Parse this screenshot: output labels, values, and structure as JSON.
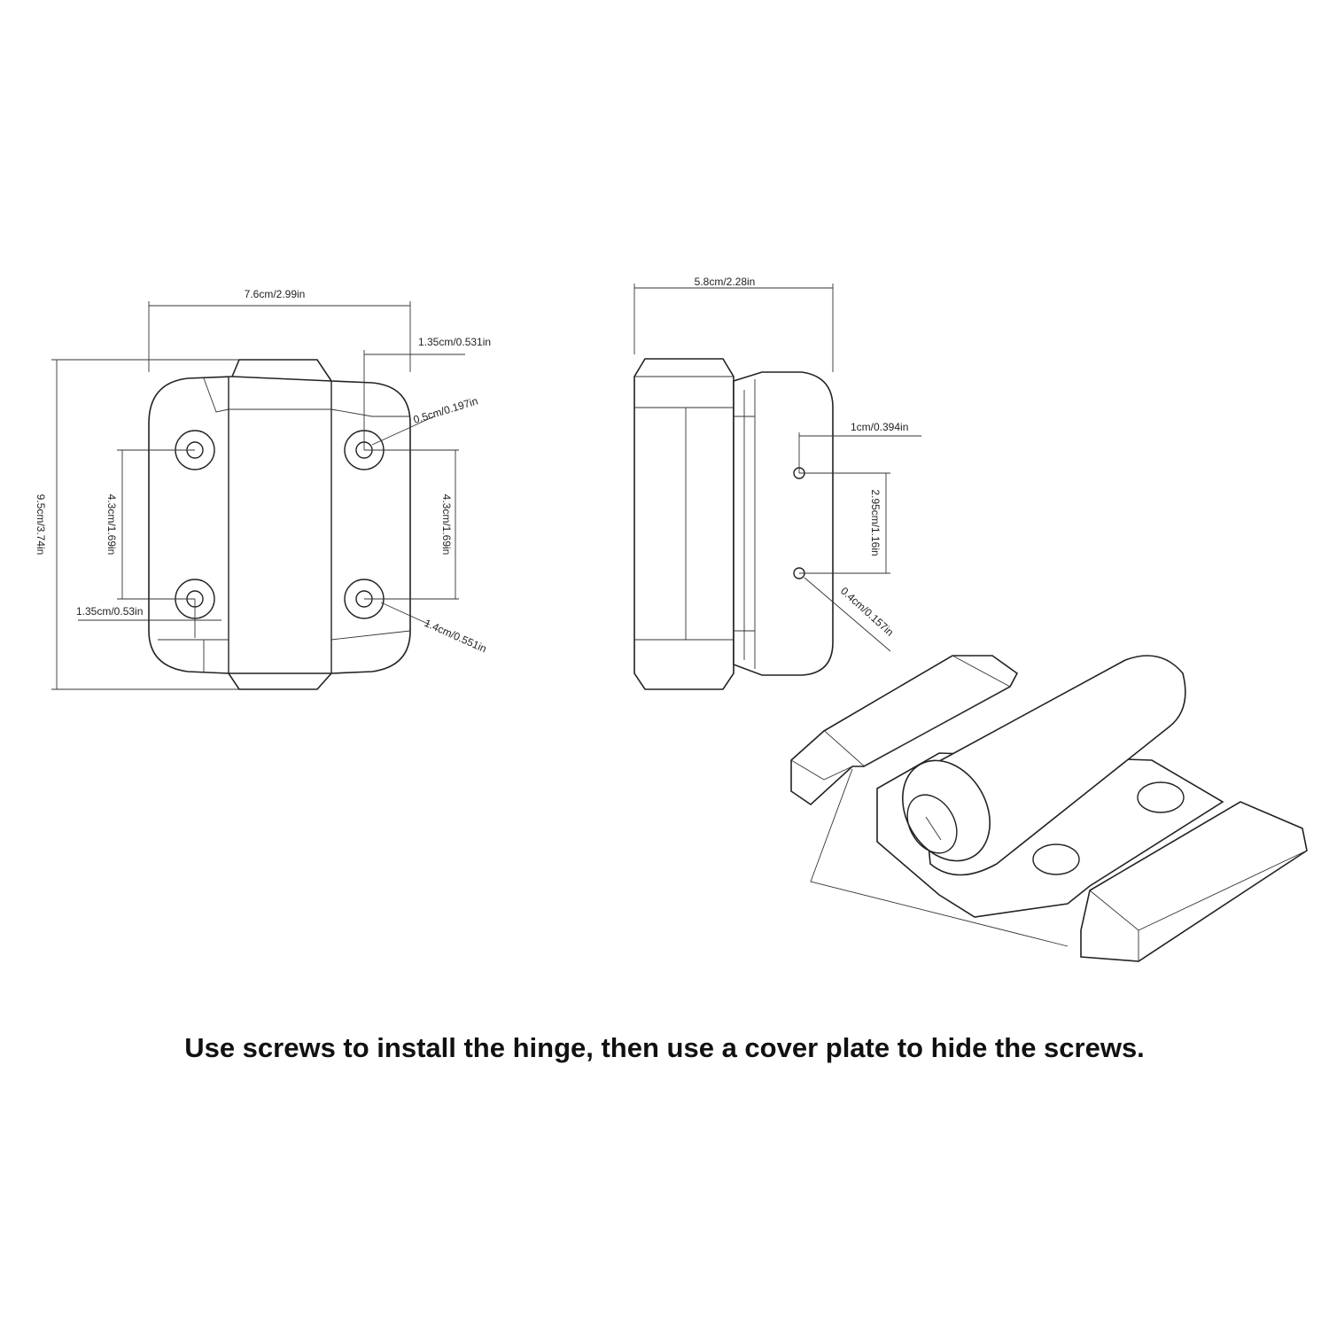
{
  "front_view": {
    "width": "7.6cm/2.99in",
    "height": "9.5cm/3.74in",
    "hole_offset": "1.35cm/0.531in",
    "hole_diameter": "0.5cm/0.197in",
    "hole_spacing_left": "4.3cm/1.69in",
    "hole_spacing_right": "4.3cm/1.69in",
    "edge_offset": "1.35cm/0.53in",
    "counterbore_diameter": "1.4cm/0.551in"
  },
  "side_view": {
    "width": "5.8cm/2.28in",
    "hole_offset": "1cm/0.394in",
    "hole_spacing": "2.95cm/1.16in",
    "hole_diameter": "0.4cm/0.157in"
  },
  "caption": "Use screws to install the hinge, then use a cover plate to hide the screws."
}
